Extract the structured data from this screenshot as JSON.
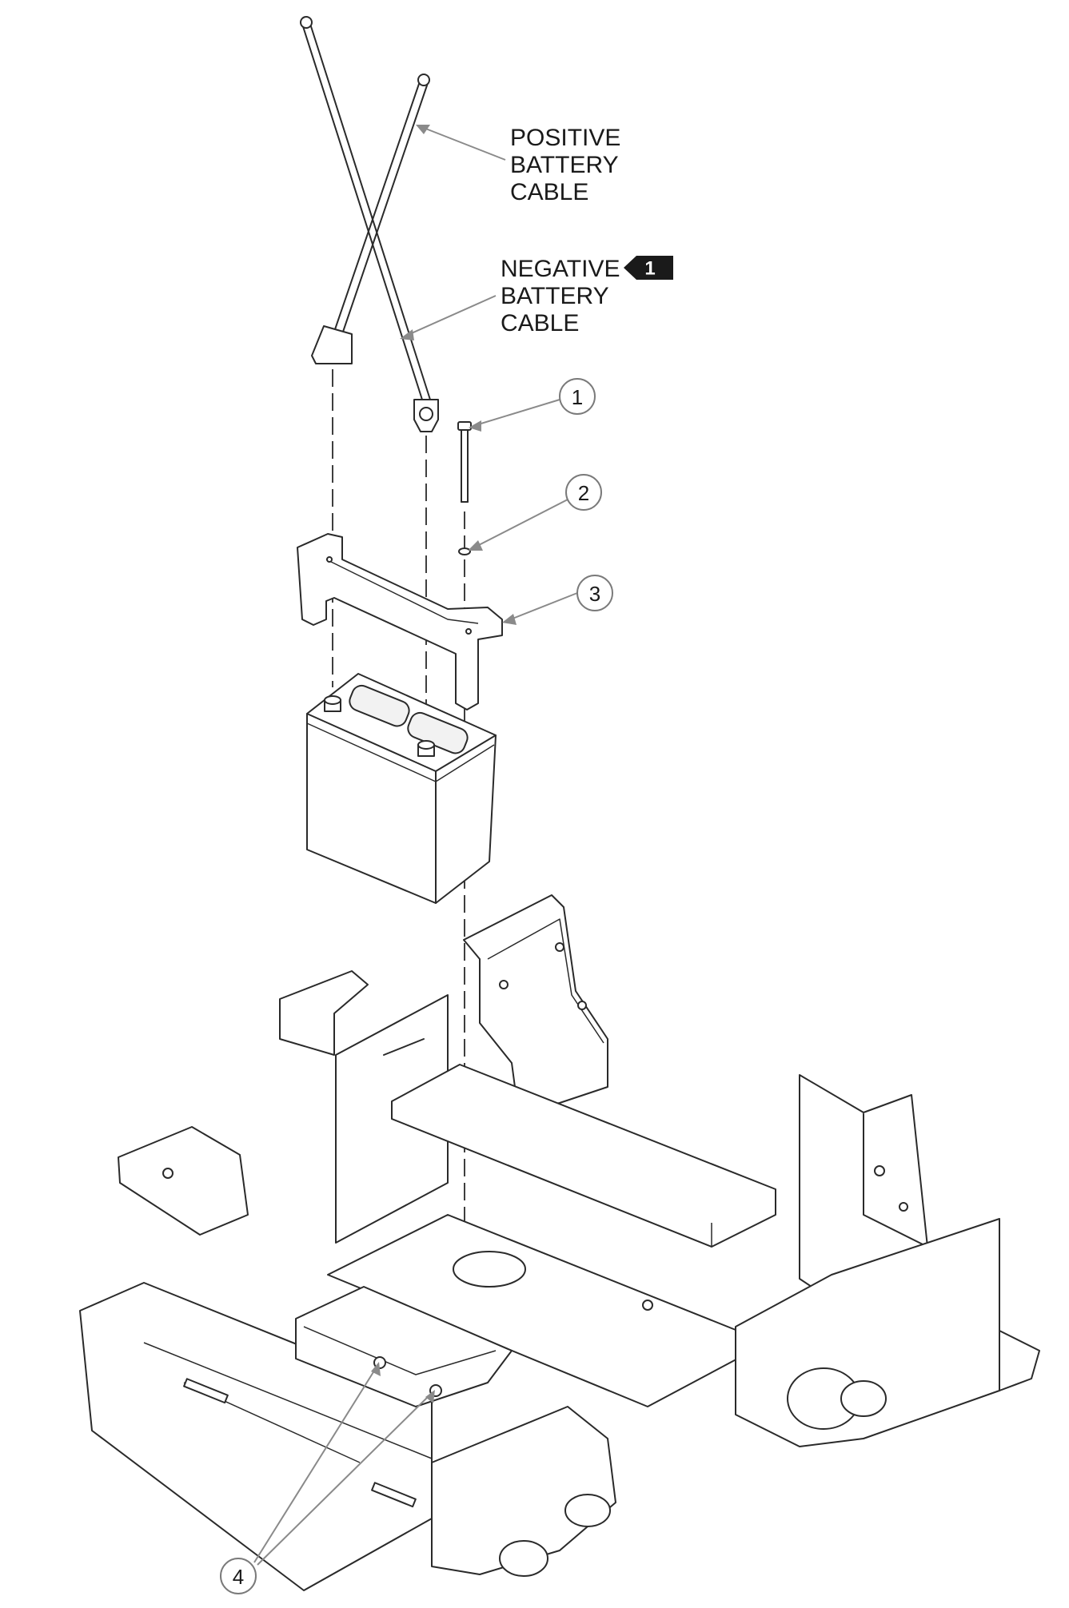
{
  "labels": {
    "positive_cable": [
      "POSITIVE",
      "BATTERY",
      "CABLE"
    ],
    "negative_cable": [
      "NEGATIVE",
      "BATTERY",
      "CABLE"
    ],
    "negative_badge": "1"
  },
  "callouts": {
    "c1": "1",
    "c2": "2",
    "c3": "3",
    "c4": "4"
  },
  "colors": {
    "line": "#2a2a2a",
    "leader": "#8a8a8a",
    "badge": "#1a1a1a"
  }
}
